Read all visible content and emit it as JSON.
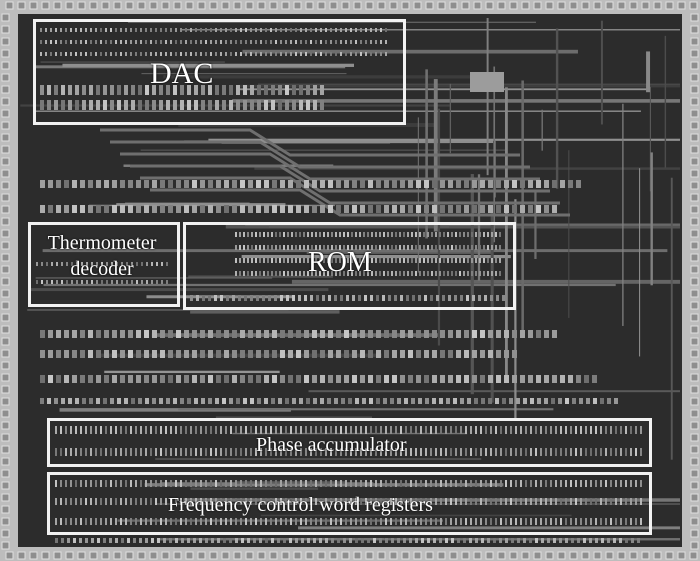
{
  "blocks": {
    "dac": "DAC",
    "thermometer_line1": "Thermometer",
    "thermometer_line2": "decoder",
    "rom": "ROM",
    "phase_accumulator": "Phase accumulator",
    "frequency_control": "Frequency control word registers"
  },
  "colors": {
    "die_background": "#2a2a2a",
    "pad_ring": "#c4c4c4",
    "pad": "#9a9a9a",
    "box_outline": "#f2f2f2",
    "label_text": "#ffffff"
  }
}
